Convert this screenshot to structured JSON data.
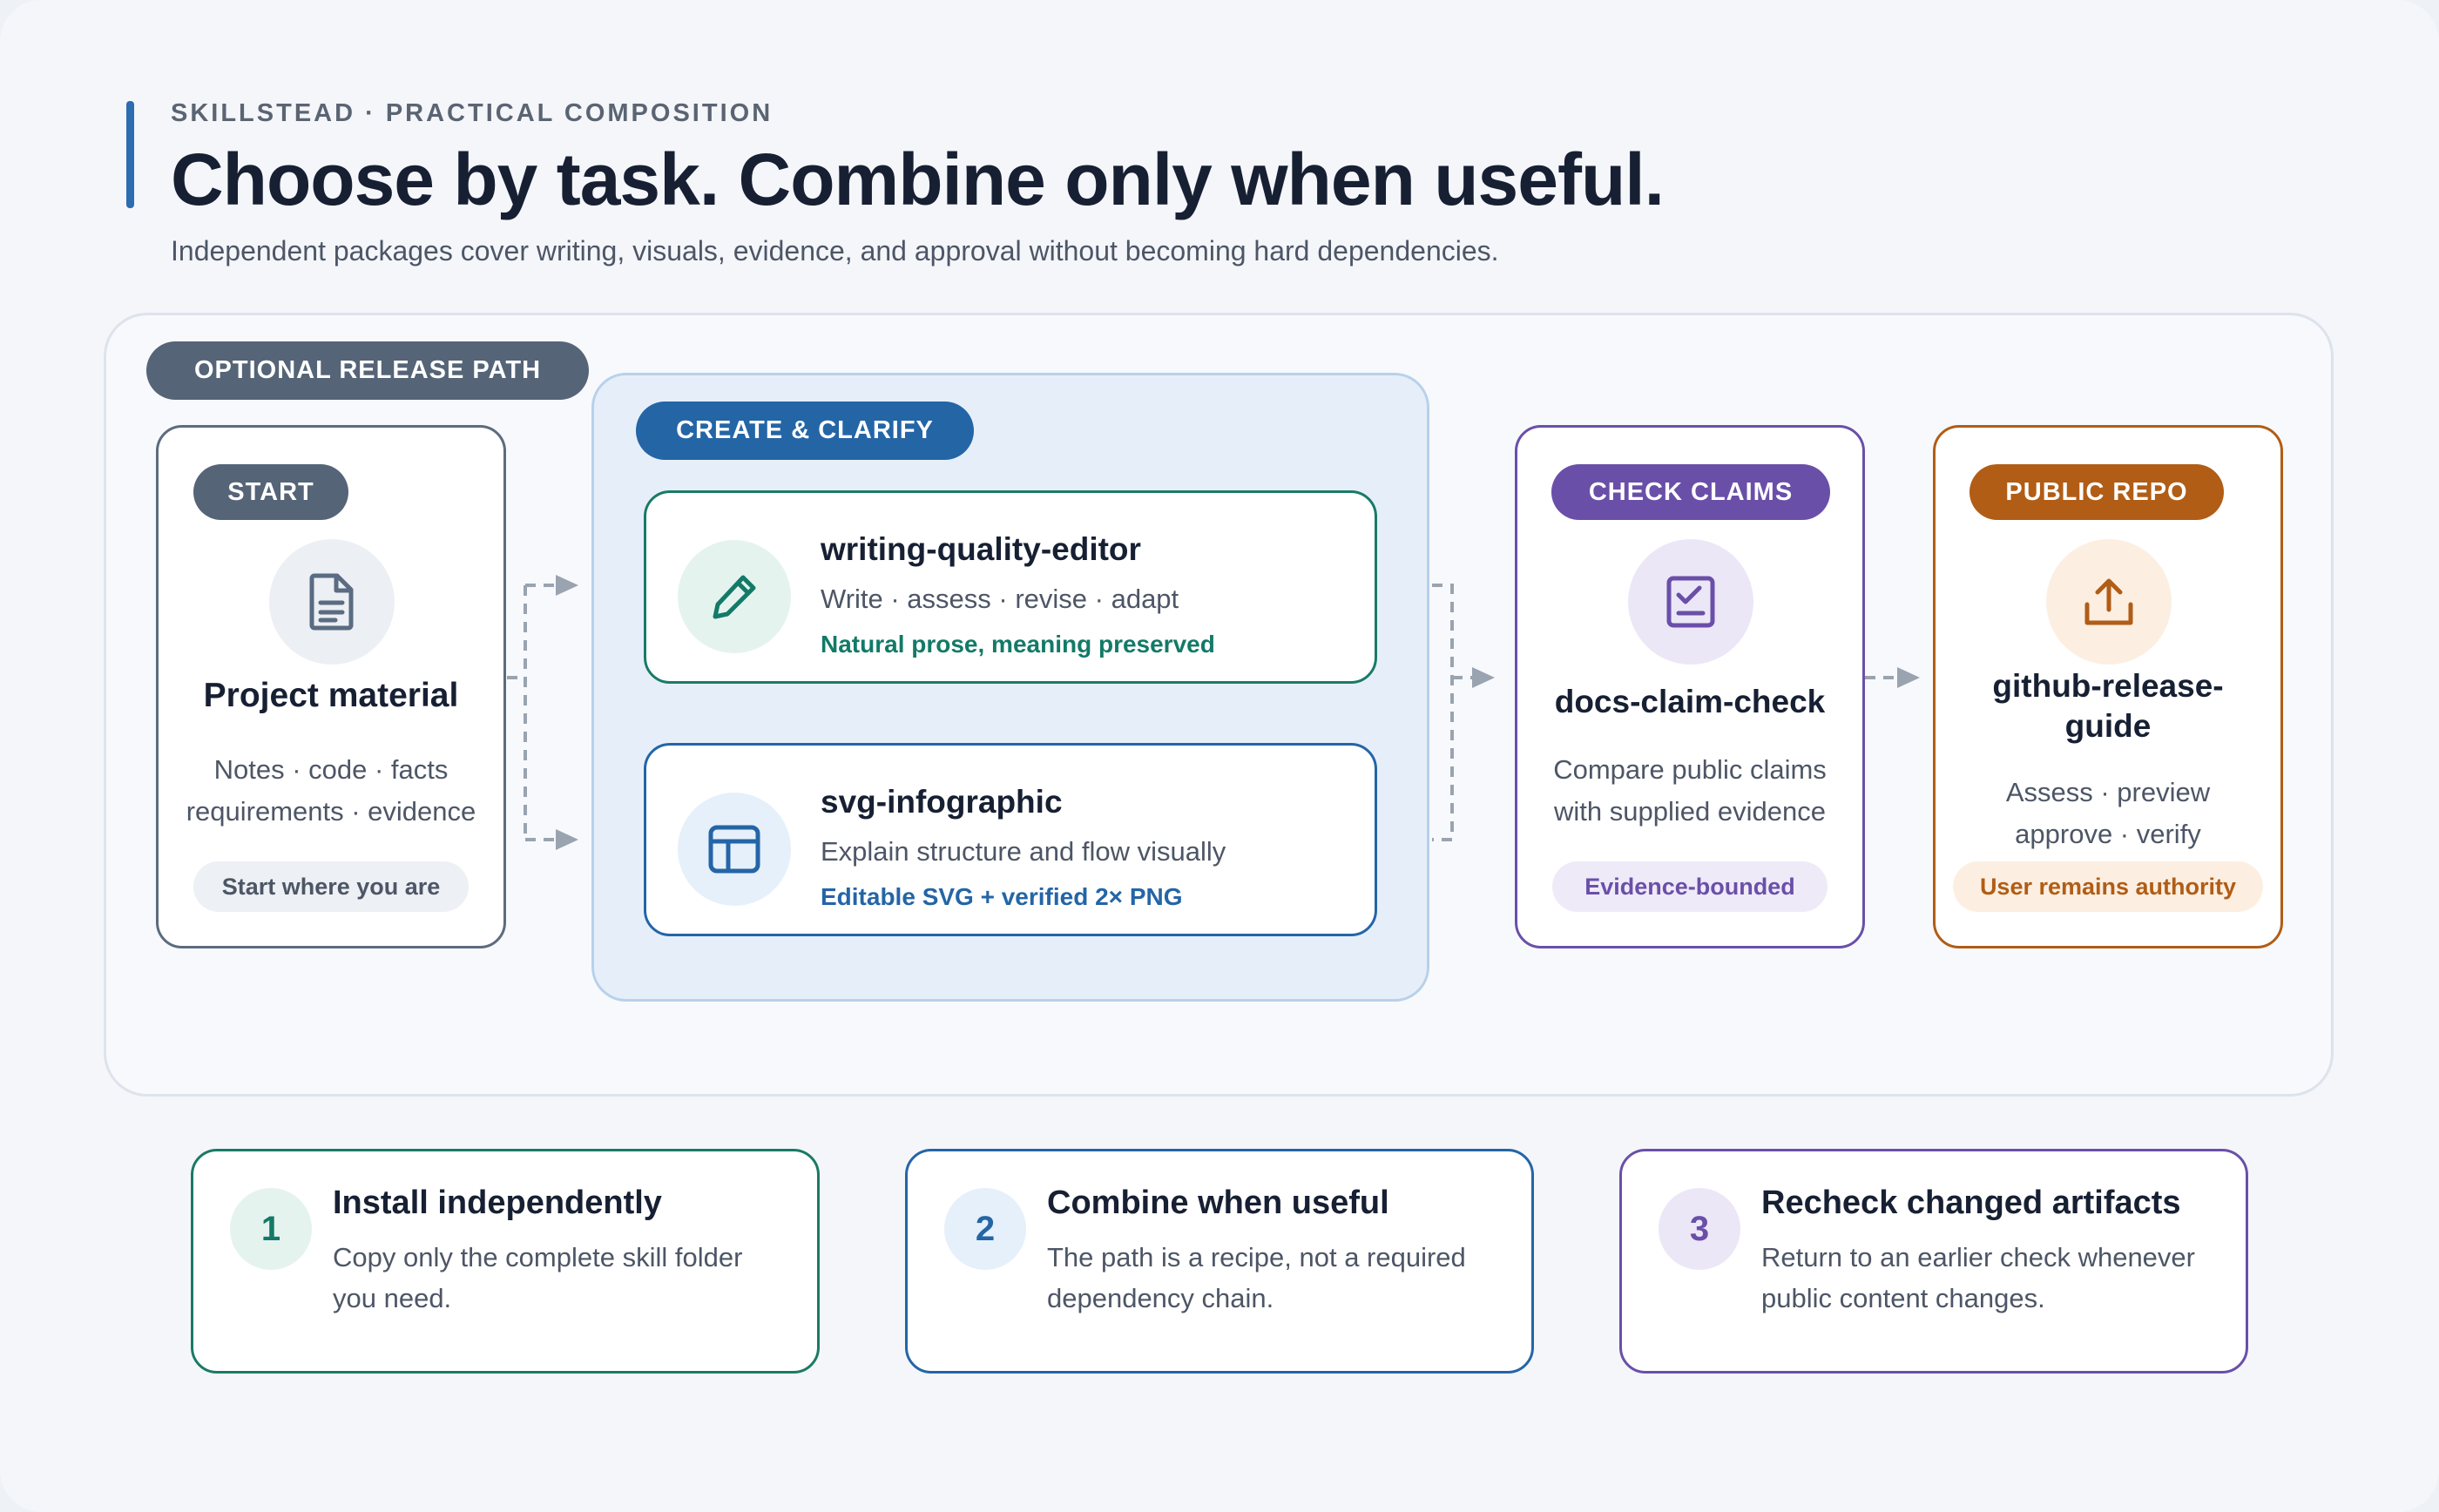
{
  "header": {
    "eyebrow": "SKILLSTEAD · PRACTICAL COMPOSITION",
    "title": "Choose by task. Combine only when useful.",
    "subtitle": "Independent packages cover writing, visuals, evidence, and approval without becoming hard dependencies."
  },
  "path_label": "OPTIONAL RELEASE PATH",
  "start": {
    "badge": "START",
    "icon": "document-icon",
    "title": "Project material",
    "desc_line1": "Notes · code · facts",
    "desc_line2": "requirements · evidence",
    "chip": "Start where you are"
  },
  "create": {
    "badge": "CREATE & CLARIFY",
    "skills": [
      {
        "icon": "pencil-icon",
        "name": "writing-quality-editor",
        "desc": "Write · assess · revise · adapt",
        "note": "Natural prose, meaning preserved"
      },
      {
        "icon": "layout-icon",
        "name": "svg-infographic",
        "desc": "Explain structure and flow visually",
        "note": "Editable SVG + verified 2× PNG"
      }
    ]
  },
  "check": {
    "badge": "CHECK CLAIMS",
    "icon": "checklist-icon",
    "title": "docs-claim-check",
    "desc_line1": "Compare public claims",
    "desc_line2": "with supplied evidence",
    "chip": "Evidence-bounded"
  },
  "publish": {
    "badge": "PUBLIC REPO",
    "icon": "upload-icon",
    "title_line1": "github-release-",
    "title_line2": "guide",
    "desc_line1": "Assess · preview",
    "desc_line2": "approve · verify",
    "chip": "User remains authority"
  },
  "steps": [
    {
      "number": "1",
      "title": "Install independently",
      "desc": "Copy only the complete skill folder you need."
    },
    {
      "number": "2",
      "title": "Combine when useful",
      "desc": "The path is a recipe, not a required dependency chain."
    },
    {
      "number": "3",
      "title": "Recheck changed artifacts",
      "desc": "Return to an earlier check whenever public content changes."
    }
  ],
  "colors": {
    "navy": "#172033",
    "slate": "#5a6b82",
    "blue": "#2465a6",
    "teal": "#137a67",
    "purple": "#6a4fa9",
    "orange": "#b15d16"
  }
}
